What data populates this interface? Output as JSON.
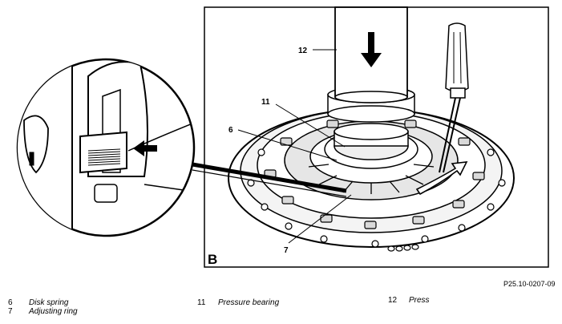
{
  "figure": {
    "panel_label": "B",
    "reference": "P25.10-0207-09",
    "callouts": {
      "press": "12",
      "pressure_bearing": "11",
      "disk_spring": "6",
      "adjusting_ring": "7"
    },
    "icons": [
      "down-arrow-icon",
      "rotation-arrow-icon",
      "screwdriver-icon",
      "pointer-arrow-icon"
    ],
    "colors": {
      "line": "#000000",
      "background": "#ffffff",
      "shade": "#cfcfcf"
    }
  },
  "legend": [
    {
      "number": "6",
      "label": "Disk spring"
    },
    {
      "number": "7",
      "label": "Adjusting ring"
    },
    {
      "number": "11",
      "label": "Pressure bearing"
    },
    {
      "number": "12",
      "label": "Press"
    }
  ]
}
